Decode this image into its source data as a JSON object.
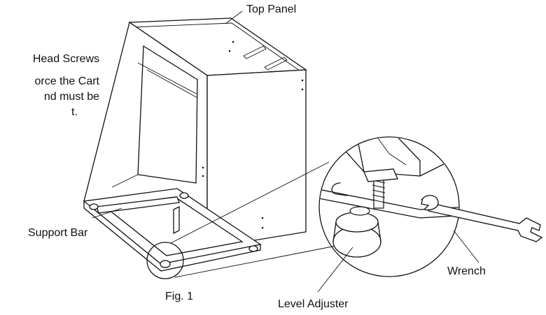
{
  "figure": {
    "caption": "Fig. 1",
    "labels": {
      "top_panel": "Top Panel",
      "support_bar": "Support Bar",
      "wrench": "Wrench",
      "level_adjuster": "Level Adjuster"
    },
    "side_text": {
      "line1": "Head  Screws",
      "line2": "orce the Cart",
      "line3": "nd   must   be",
      "line4": "t."
    }
  }
}
